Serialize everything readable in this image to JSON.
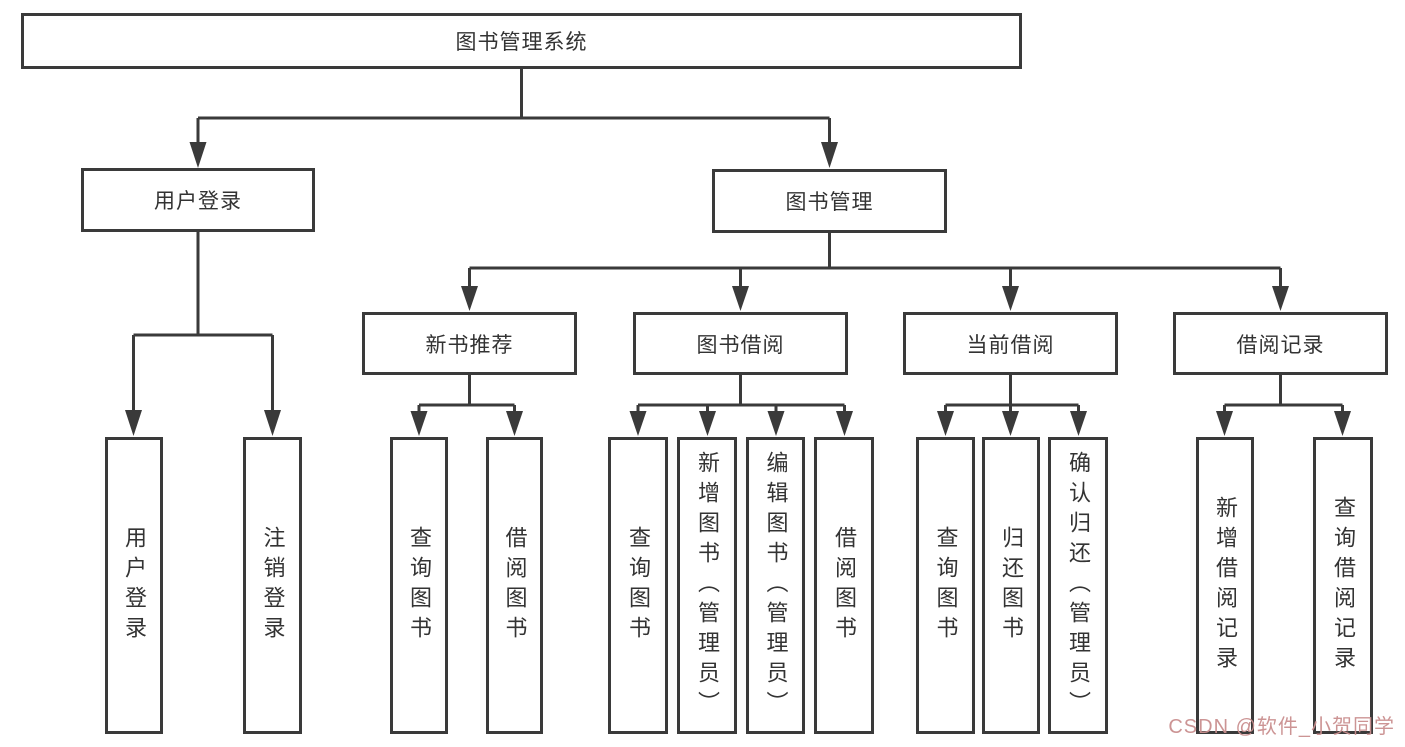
{
  "diagram": {
    "root": "图书管理系统",
    "nodes": {
      "user_login": {
        "label": "用户登录",
        "children": [
          "用户登录",
          "注销登录"
        ]
      },
      "book_management": {
        "label": "图书管理"
      },
      "new_book": {
        "label": "新书推荐",
        "children": [
          "查询图书",
          "借阅图书"
        ]
      },
      "book_borrow": {
        "label": "图书借阅",
        "children": [
          "查询图书",
          "新增图书（管理员）",
          "编辑图书（管理员）",
          "借阅图书"
        ]
      },
      "current_borrow": {
        "label": "当前借阅",
        "children": [
          "查询图书",
          "归还图书",
          "确认归还（管理员）"
        ]
      },
      "borrow_record": {
        "label": "借阅记录",
        "children": [
          "新增借阅记录",
          "查询借阅记录"
        ]
      }
    },
    "watermark": "CSDN @软件_小贺同学",
    "colors": {
      "line": "#3a3a3a",
      "text": "#333333",
      "watermark": "#c98e8e",
      "background": "#ffffff"
    }
  }
}
